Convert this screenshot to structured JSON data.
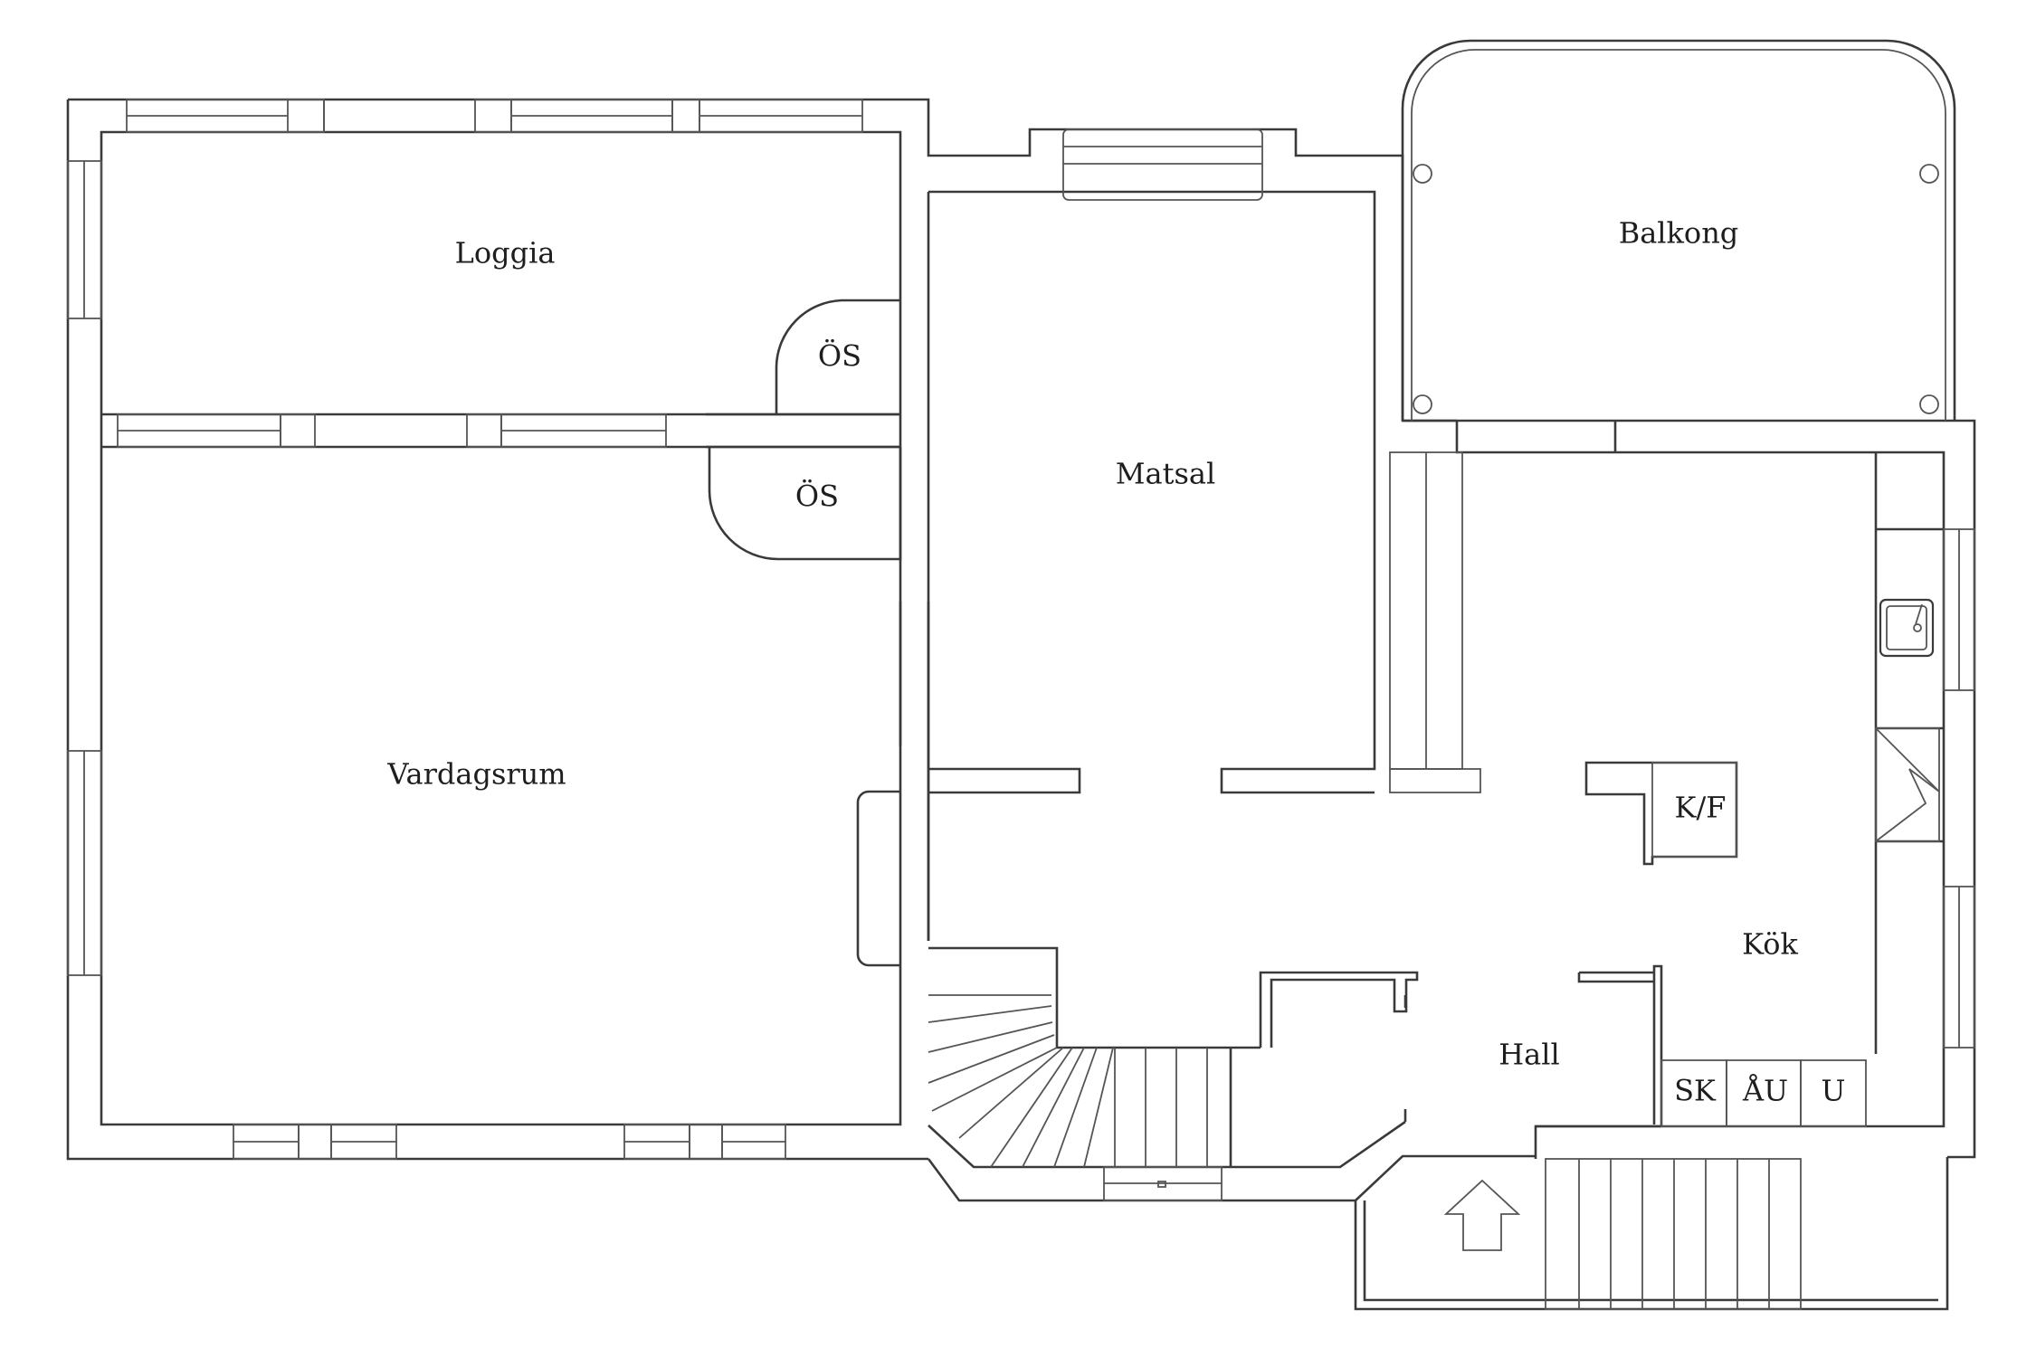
{
  "rooms": {
    "loggia": "Loggia",
    "os_loggia": "ÖS",
    "os_vardagsrum": "ÖS",
    "vardagsrum": "Vardagsrum",
    "matsal": "Matsal",
    "balkong": "Balkong",
    "kf": "K/F",
    "kok": "Kök",
    "hall": "Hall",
    "sk": "SK",
    "au": "ÅU",
    "u": "U"
  },
  "icons": [
    "sink-icon",
    "stove-icon",
    "entrance-arrow-icon"
  ]
}
